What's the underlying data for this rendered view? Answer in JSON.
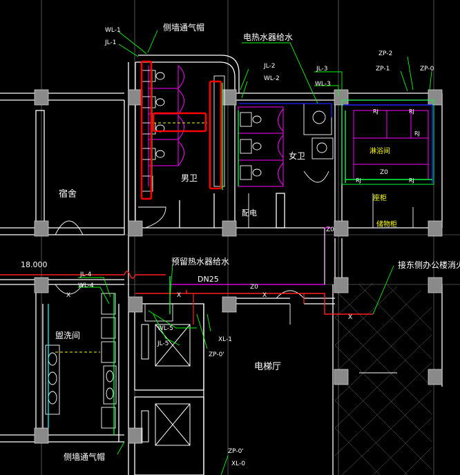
{
  "colors": {
    "background": "#000000",
    "wall": "#ffffff",
    "column": "#8a8a8a",
    "pipe_red": "#ff2020",
    "pipe_green": "#00ff40",
    "pipe_cyan": "#00ffff",
    "pipe_magenta": "#ff00ff",
    "pipe_blue": "#2020ff",
    "leader_green": "#00ff00",
    "text_white": "#ffffff",
    "text_yellow": "#ffff00",
    "highlight": "#ff0000"
  },
  "rooms": {
    "dorm": "宿舍",
    "mens_wc": "男卫",
    "womens_wc": "女卫",
    "shower": "淋浴间",
    "washroom": "盥洗间",
    "elevator_hall": "电梯厅",
    "sink_room": "配电",
    "small_1": "座柜",
    "small_2": "储物柜"
  },
  "labels": {
    "wall_vent_top": "侧墙通气帽",
    "wall_vent_bottom": "侧墙通气帽",
    "heater_supply": "电热水器给水",
    "reserved_heater": "预留热水器给水",
    "connect_office": "接东侧办公楼消火",
    "pipe_size": "DN25",
    "elevation": "18.000",
    "wl1": "WL-1",
    "jl1": "JL-1",
    "jl2": "JL-2",
    "wl2": "WL-2",
    "jl3": "JL-3",
    "wl3": "WL-3",
    "zp2": "ZP-2",
    "zp1": "ZP-1",
    "zp0": "ZP-0",
    "jl4": "JL-4",
    "wl4": "WL-4",
    "wl5": "WL-5",
    "jl5": "JL-5",
    "xl1": "XL-1",
    "zp0p": "ZP-0'",
    "zp0p_bottom": "ZP-0'",
    "xl0": "XL-0",
    "x1": "X",
    "x2": "X",
    "x3": "X",
    "x4": "X",
    "z0": "Z0",
    "z0v": "Z0",
    "z0s": "Z0",
    "r1a": "RJ",
    "r1b": "RJ",
    "r1c": "RJ",
    "r1d": "RJ",
    "r1e": "RJ"
  }
}
